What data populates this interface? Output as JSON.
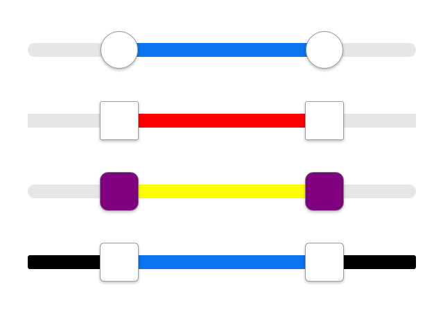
{
  "sliders": [
    {
      "id": "slider-1",
      "low": 0.235,
      "high": 0.765,
      "track_color": "#e6e6e6",
      "fill_color": "#0a75ef",
      "thumb_color": "#ffffff",
      "thumb_shape": "circle"
    },
    {
      "id": "slider-2",
      "low": 0.235,
      "high": 0.765,
      "track_color": "#e6e6e6",
      "fill_color": "#ff0000",
      "thumb_color": "#ffffff",
      "thumb_shape": "square"
    },
    {
      "id": "slider-3",
      "low": 0.235,
      "high": 0.765,
      "track_color": "#e6e6e6",
      "fill_color": "#ffff00",
      "thumb_color": "#800080",
      "thumb_shape": "rounded-square"
    },
    {
      "id": "slider-4",
      "low": 0.235,
      "high": 0.765,
      "track_color": "#000000",
      "fill_color": "#0a75ef",
      "thumb_color": "#ffffff",
      "thumb_shape": "rounded-square"
    }
  ]
}
